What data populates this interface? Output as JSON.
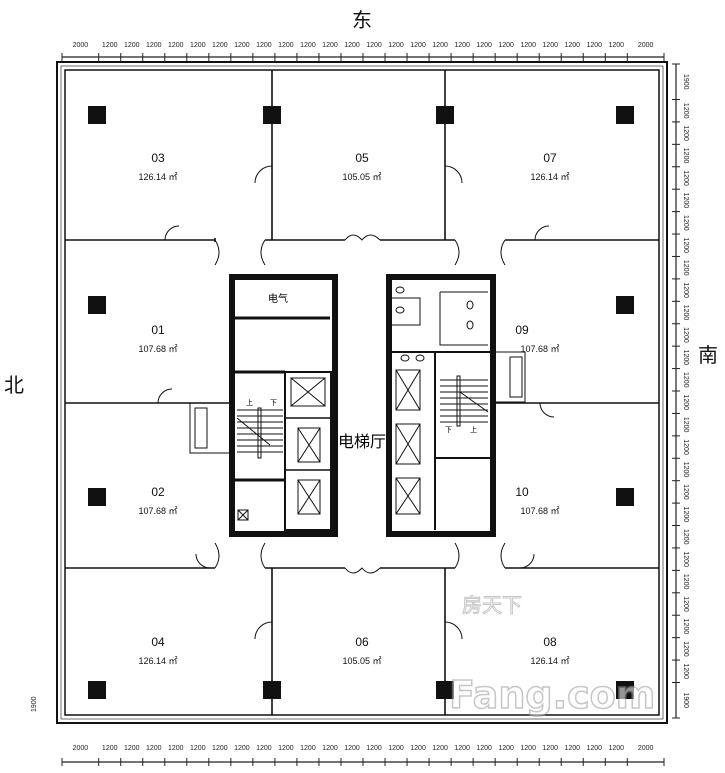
{
  "orientation": {
    "east": "东",
    "north": "北",
    "south": "南"
  },
  "dimensions": {
    "top": [
      "2000",
      "1200",
      "1200",
      "1200",
      "1200",
      "1200",
      "1200",
      "1200",
      "1200",
      "1200",
      "1200",
      "1200",
      "1200",
      "1200",
      "1200",
      "1200",
      "1200",
      "1200",
      "1200",
      "1200",
      "1200",
      "1200",
      "1200",
      "1200",
      "1200",
      "2000"
    ],
    "bottom": [
      "2000",
      "1200",
      "1200",
      "1200",
      "1200",
      "1200",
      "1200",
      "1200",
      "1200",
      "1200",
      "1200",
      "1200",
      "1200",
      "1200",
      "1200",
      "1200",
      "1200",
      "1200",
      "1200",
      "1200",
      "1200",
      "1200",
      "1200",
      "1200",
      "1200",
      "2000"
    ],
    "right": [
      "1900",
      "1200",
      "1200",
      "1200",
      "1200",
      "1200",
      "1200",
      "1200",
      "1200",
      "1200",
      "1200",
      "1200",
      "1200",
      "1200",
      "1200",
      "1200",
      "1200",
      "1200",
      "1200",
      "1200",
      "1200",
      "1200",
      "1200",
      "1200",
      "1200",
      "1200",
      "1200",
      "1900"
    ],
    "left_bottom": "1900"
  },
  "rooms": [
    {
      "id": "03",
      "area": "126.14 ㎡"
    },
    {
      "id": "05",
      "area": "105.05 ㎡"
    },
    {
      "id": "07",
      "area": "126.14 ㎡"
    },
    {
      "id": "01",
      "area": "107.68 ㎡"
    },
    {
      "id": "09",
      "area": "107.68 ㎡"
    },
    {
      "id": "02",
      "area": "107.68 ㎡"
    },
    {
      "id": "10",
      "area": "107.68 ㎡"
    },
    {
      "id": "04",
      "area": "126.14 ㎡"
    },
    {
      "id": "06",
      "area": "105.05 ㎡"
    },
    {
      "id": "08",
      "area": "126.14 ㎡"
    }
  ],
  "core": {
    "electrical_room": "电气",
    "elevator_lobby": "电梯厅",
    "stair_up": "上",
    "stair_down": "下"
  },
  "watermark": {
    "cn": "房天下",
    "en": "Fang.com"
  }
}
